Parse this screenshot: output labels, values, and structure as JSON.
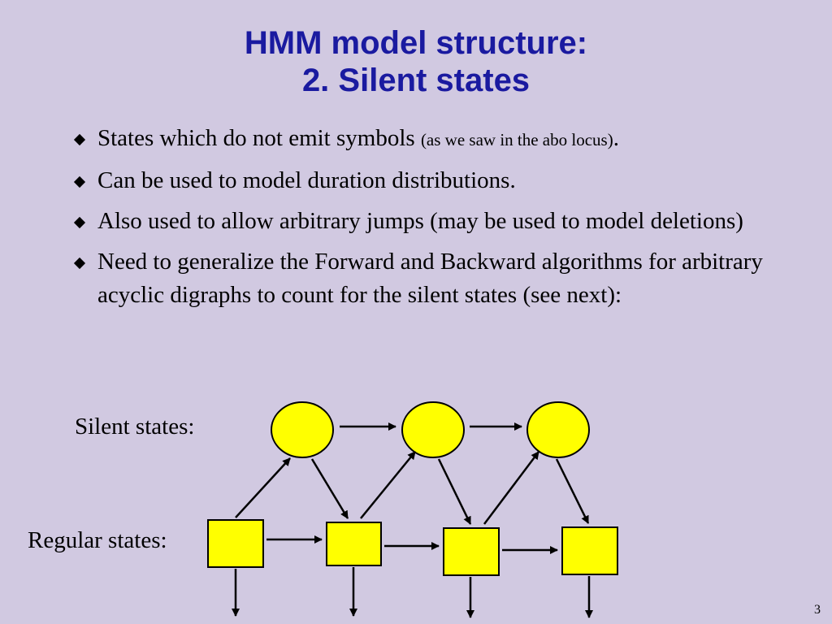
{
  "slide": {
    "title_line1": "HMM model structure:",
    "title_line2": "2. Silent states",
    "bullets": [
      {
        "text": "States which do not emit symbols ",
        "small": "(as we saw in the abo locus)",
        "after": "."
      },
      {
        "text": "Can be used to model duration distributions."
      },
      {
        "text": "Also used to allow arbitrary jumps (may be used to model deletions)"
      },
      {
        "text": "Need to generalize the Forward and Backward algorithms for arbitrary acyclic digraphs to count for the silent states (see next):"
      }
    ],
    "page_number": "3"
  },
  "diagram": {
    "silent_label": "Silent states:",
    "regular_label": "Regular states:",
    "fill_color": "#ffff00",
    "stroke_color": "#000000"
  }
}
